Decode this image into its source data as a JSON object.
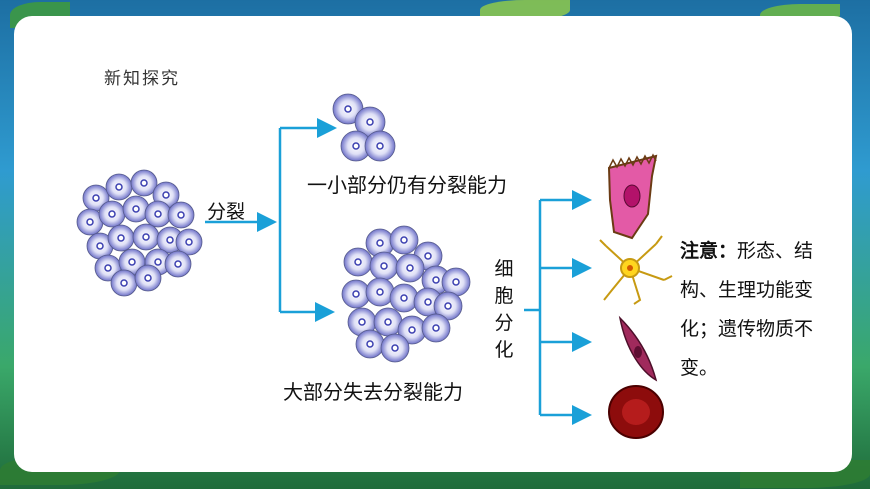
{
  "slide": {
    "section_title": "新知探究",
    "split_label": "分裂",
    "small_part_label": "一小部分仍有分裂能力",
    "large_part_label": "大部分失去分裂能力",
    "differentiation_label": "细胞分化",
    "note_heading": "注意：",
    "note_body": "形态、结构、生理功能变化；遗传物质不变。"
  },
  "colors": {
    "arrow": "#1aa0d8",
    "cell_fill_center": "#ffffff",
    "cell_fill_edge": "#6f72c9",
    "nucleus": "#3b3fb0"
  },
  "icons": [
    "columnar-epithelial-cell-icon",
    "neuron-icon",
    "muscle-cell-icon",
    "red-blood-cell-icon"
  ]
}
